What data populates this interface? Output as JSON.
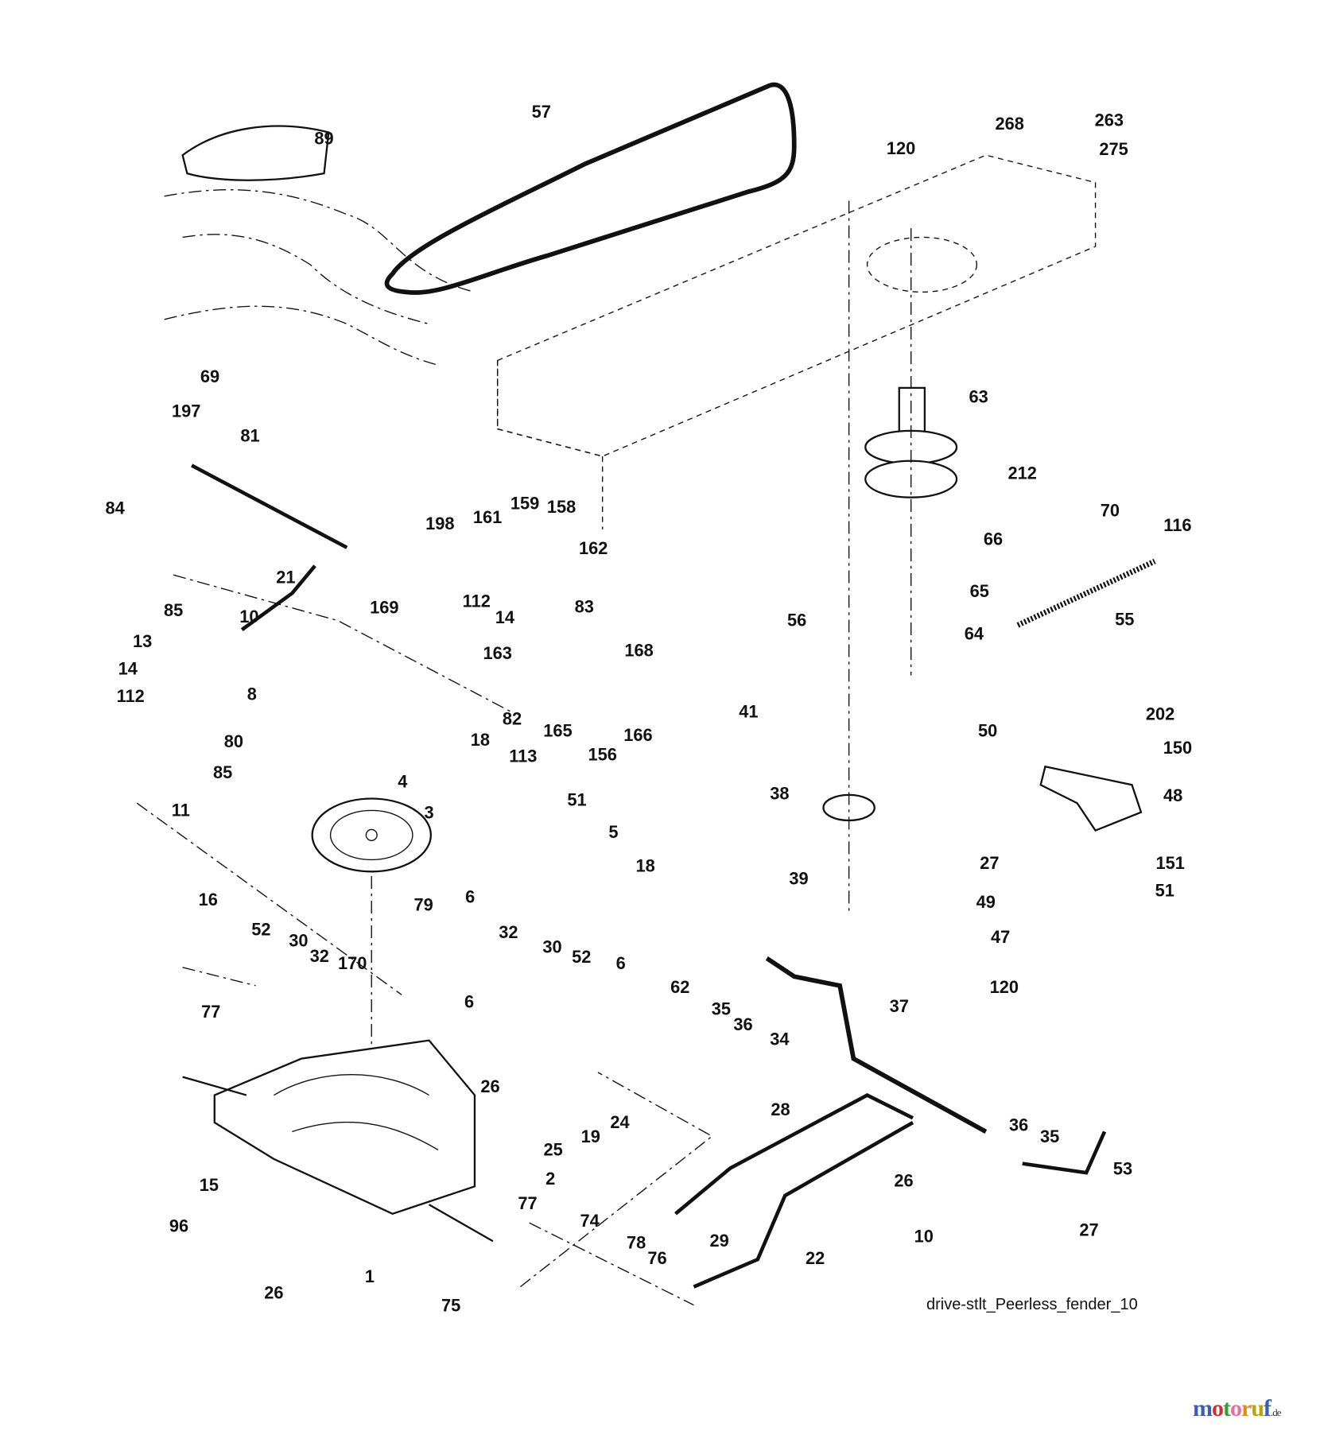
{
  "diagram": {
    "caption": "drive-stlt_Peerless_fender_10",
    "watermark": {
      "main": "motoruf",
      "suffix": ".de",
      "colors": [
        "#3b5fb0",
        "#d03030",
        "#3a9a3a",
        "#e070a0",
        "#e08a20",
        "#c0a000"
      ]
    },
    "labels": [
      "57",
      "89",
      "120",
      "268",
      "263",
      "275",
      "69",
      "197",
      "81",
      "63",
      "212",
      "70",
      "116",
      "84",
      "198",
      "161",
      "159",
      "158",
      "162",
      "66",
      "21",
      "85",
      "10",
      "169",
      "112",
      "14",
      "83",
      "65",
      "56",
      "64",
      "55",
      "13",
      "163",
      "168",
      "14",
      "112",
      "8",
      "82",
      "41",
      "202",
      "50",
      "80",
      "165",
      "156",
      "166",
      "150",
      "18",
      "113",
      "85",
      "4",
      "51",
      "38",
      "48",
      "11",
      "3",
      "5",
      "18",
      "27",
      "151",
      "6",
      "39",
      "51",
      "49",
      "79",
      "16",
      "47",
      "52",
      "32",
      "30",
      "32",
      "30",
      "52",
      "170",
      "6",
      "62",
      "120",
      "77",
      "6",
      "35",
      "36",
      "34",
      "37",
      "26",
      "24",
      "28",
      "36",
      "35",
      "19",
      "25",
      "53",
      "2",
      "26",
      "15",
      "77",
      "74",
      "96",
      "10",
      "27",
      "29",
      "78",
      "22",
      "76",
      "1",
      "26",
      "75"
    ]
  }
}
